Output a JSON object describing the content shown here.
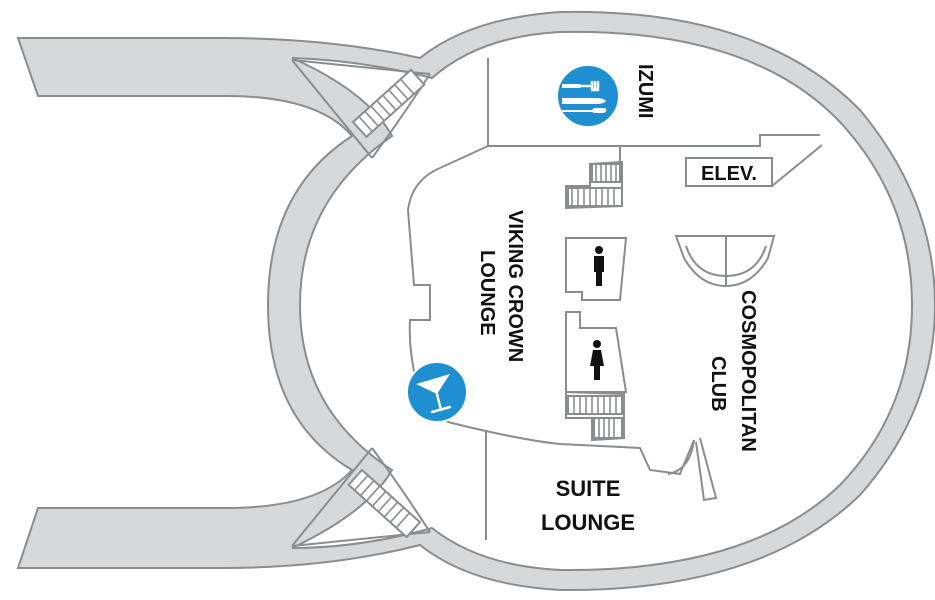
{
  "deck_map": {
    "venues": {
      "izumi": "IZUMI",
      "elevator": "ELEV.",
      "viking_crown_line1": "VIKING CROWN",
      "viking_crown_line2": "LOUNGE",
      "cosmopolitan_line1": "COSMOPOLITAN",
      "cosmopolitan_line2": "CLUB",
      "suite_line1": "SUITE",
      "suite_line2": "LOUNGE"
    },
    "icons": {
      "dining": "restaurant-icon",
      "bar": "cocktail-bar-icon",
      "mens_restroom": "mens-restroom-icon",
      "womens_restroom": "womens-restroom-icon"
    },
    "colors": {
      "hull_fill": "#d6d8da",
      "outline": "#8a8d90",
      "venue_icon": "#1e8fd1",
      "text": "#111111"
    }
  }
}
